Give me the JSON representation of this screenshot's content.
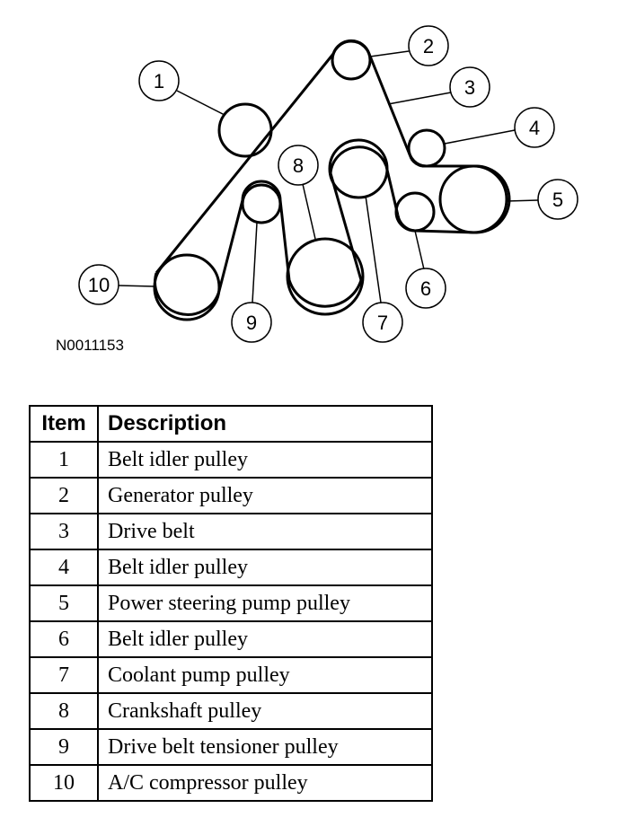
{
  "figure_id": "N0011153",
  "callouts": [
    "1",
    "2",
    "3",
    "4",
    "5",
    "6",
    "7",
    "8",
    "9",
    "10"
  ],
  "table": {
    "headers": {
      "item": "Item",
      "description": "Description"
    },
    "rows": [
      {
        "item": "1",
        "description": "Belt idler pulley"
      },
      {
        "item": "2",
        "description": "Generator pulley"
      },
      {
        "item": "3",
        "description": "Drive belt"
      },
      {
        "item": "4",
        "description": "Belt idler pulley"
      },
      {
        "item": "5",
        "description": "Power steering pump pulley"
      },
      {
        "item": "6",
        "description": "Belt idler pulley"
      },
      {
        "item": "7",
        "description": "Coolant pump pulley"
      },
      {
        "item": "8",
        "description": "Crankshaft pulley"
      },
      {
        "item": "9",
        "description": "Drive belt tensioner pulley"
      },
      {
        "item": "10",
        "description": "A/C compressor pulley"
      }
    ]
  }
}
